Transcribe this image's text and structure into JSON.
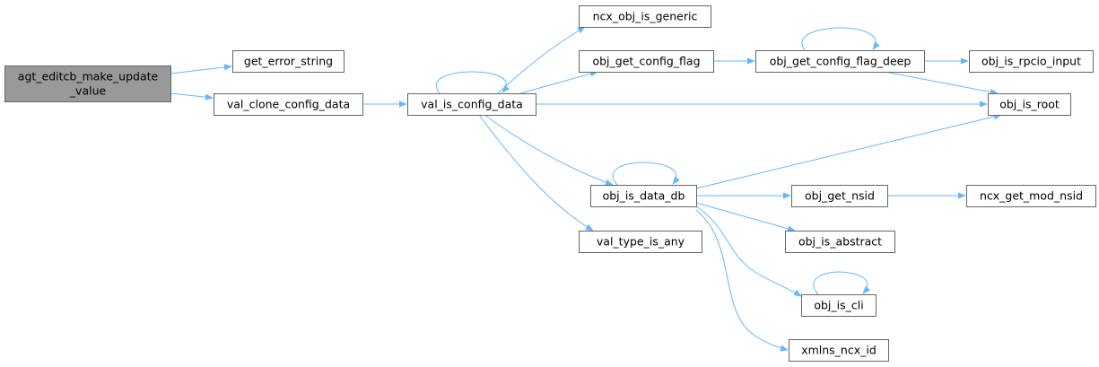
{
  "colors": {
    "edge": "#63b8ff",
    "root_fill": "#999999",
    "node_fill": "#ffffff",
    "node_border": "#666666",
    "text": "#000000"
  },
  "nodes": {
    "agt_editcb": {
      "lines": [
        "agt_editcb_make_update",
        "_value"
      ],
      "root": true
    },
    "get_error_string": {
      "lines": [
        "get_error_string"
      ]
    },
    "val_clone_config_data": {
      "lines": [
        "val_clone_config_data"
      ]
    },
    "val_is_config_data": {
      "lines": [
        "val_is_config_data"
      ]
    },
    "ncx_obj_is_generic": {
      "lines": [
        "ncx_obj_is_generic"
      ]
    },
    "obj_get_config_flag": {
      "lines": [
        "obj_get_config_flag"
      ]
    },
    "obj_get_config_flag_deep": {
      "lines": [
        "obj_get_config_flag_deep"
      ]
    },
    "obj_is_rpcio_input": {
      "lines": [
        "obj_is_rpcio_input"
      ]
    },
    "obj_is_root": {
      "lines": [
        "obj_is_root"
      ]
    },
    "obj_is_data_db": {
      "lines": [
        "obj_is_data_db"
      ]
    },
    "val_type_is_any": {
      "lines": [
        "val_type_is_any"
      ]
    },
    "obj_get_nsid": {
      "lines": [
        "obj_get_nsid"
      ]
    },
    "ncx_get_mod_nsid": {
      "lines": [
        "ncx_get_mod_nsid"
      ]
    },
    "obj_is_abstract": {
      "lines": [
        "obj_is_abstract"
      ]
    },
    "obj_is_cli": {
      "lines": [
        "obj_is_cli"
      ]
    },
    "xmlns_ncx_id": {
      "lines": [
        "xmlns_ncx_id"
      ]
    }
  },
  "edges": [
    {
      "from": "agt_editcb",
      "to": "get_error_string"
    },
    {
      "from": "agt_editcb",
      "to": "val_clone_config_data"
    },
    {
      "from": "val_clone_config_data",
      "to": "val_is_config_data"
    },
    {
      "from": "val_is_config_data",
      "to": "val_is_config_data"
    },
    {
      "from": "val_is_config_data",
      "to": "ncx_obj_is_generic"
    },
    {
      "from": "val_is_config_data",
      "to": "obj_get_config_flag"
    },
    {
      "from": "val_is_config_data",
      "to": "obj_is_root"
    },
    {
      "from": "val_is_config_data",
      "to": "obj_is_data_db"
    },
    {
      "from": "val_is_config_data",
      "to": "val_type_is_any"
    },
    {
      "from": "obj_get_config_flag",
      "to": "obj_get_config_flag_deep"
    },
    {
      "from": "obj_get_config_flag_deep",
      "to": "obj_get_config_flag_deep"
    },
    {
      "from": "obj_get_config_flag_deep",
      "to": "obj_is_rpcio_input"
    },
    {
      "from": "obj_get_config_flag_deep",
      "to": "obj_is_root"
    },
    {
      "from": "obj_is_data_db",
      "to": "obj_is_data_db"
    },
    {
      "from": "obj_is_data_db",
      "to": "obj_is_root"
    },
    {
      "from": "obj_is_data_db",
      "to": "obj_get_nsid"
    },
    {
      "from": "obj_is_data_db",
      "to": "obj_is_abstract"
    },
    {
      "from": "obj_is_data_db",
      "to": "obj_is_cli"
    },
    {
      "from": "obj_is_data_db",
      "to": "xmlns_ncx_id"
    },
    {
      "from": "obj_get_nsid",
      "to": "ncx_get_mod_nsid"
    },
    {
      "from": "obj_is_cli",
      "to": "obj_is_cli"
    }
  ]
}
